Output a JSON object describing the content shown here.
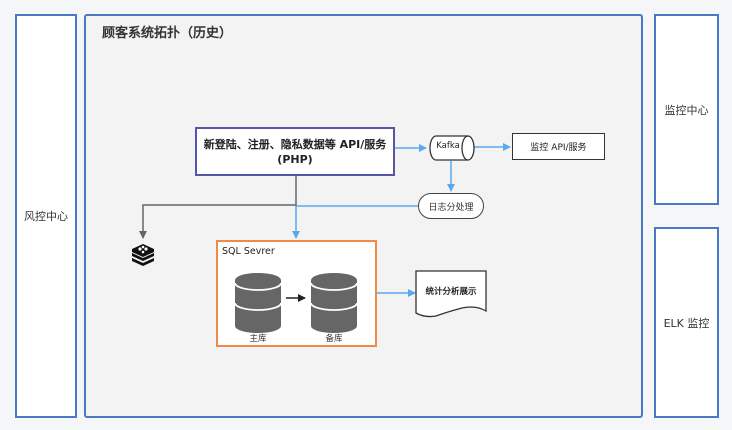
{
  "left_panel": {
    "label": "风控中心"
  },
  "right_panels": [
    {
      "label": "监控中心"
    },
    {
      "label": "ELK 监控"
    }
  ],
  "main": {
    "title": "顾客系统拓扑（历史）",
    "nodes": {
      "api_service": {
        "line1": "新登陆、注册、隐私数据等 API/服务",
        "line2": "(PHP)"
      },
      "kafka": {
        "label": "Kafka"
      },
      "monitor_api": {
        "label": "监控 API/服务"
      },
      "log_processing": {
        "label": "日志分处理"
      },
      "redis": {
        "icon": "redis-icon"
      },
      "sql_server": {
        "title": "SQL Sevrer",
        "primary": {
          "label": "主库",
          "icon": "database-icon"
        },
        "backup": {
          "label": "备库",
          "icon": "database-icon"
        }
      },
      "stats_display": {
        "label": "统计分析展示"
      }
    },
    "colors": {
      "blue_link": "#5aaaf0",
      "gray_link": "#666666",
      "frame": "#4a78c4",
      "sql_border": "#f08a4b",
      "api_border": "#5555aa",
      "db_fill": "#666666"
    }
  }
}
